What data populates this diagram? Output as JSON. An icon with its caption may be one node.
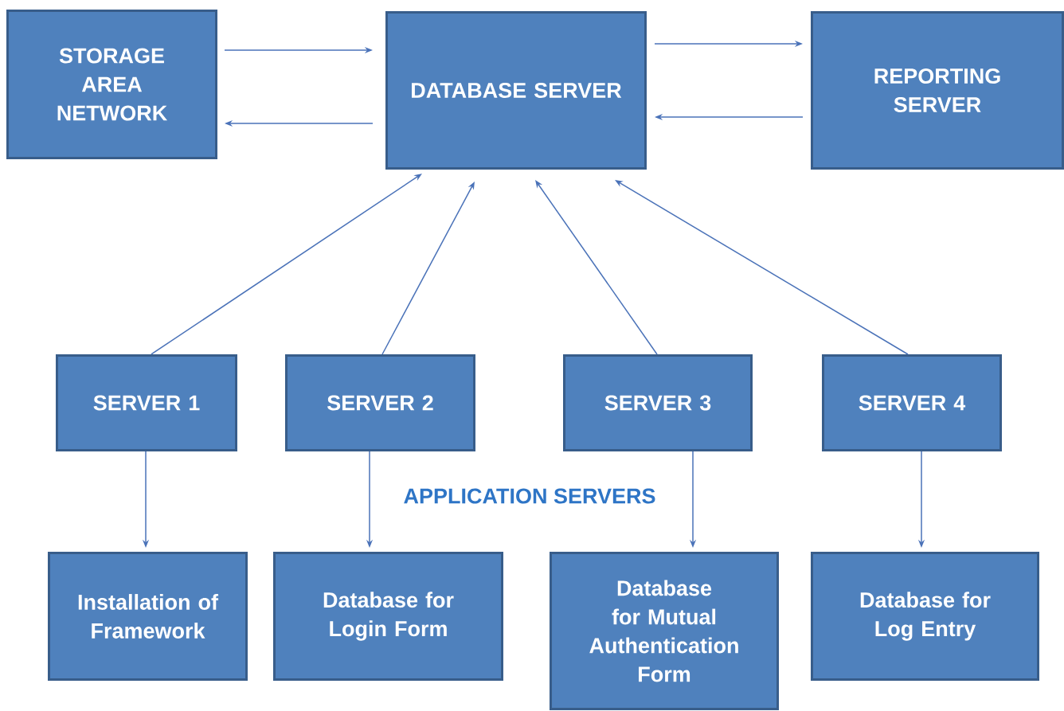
{
  "diagram": {
    "nodes": [
      {
        "text": [
          "STORAGE AREA NETWORK"
        ]
      },
      {
        "text": [
          "DATABASE SERVER"
        ]
      },
      {
        "text": [
          "REPORTING SERVER"
        ]
      },
      {
        "text": [
          "SERVER 1"
        ]
      },
      {
        "text": [
          "SERVER 2"
        ]
      },
      {
        "text": [
          "SERVER 3"
        ]
      },
      {
        "text": [
          "SERVER 4"
        ]
      },
      {
        "text": [
          "Installation of Framework"
        ]
      },
      {
        "text": [
          "Database for Login Form"
        ]
      },
      {
        "text": [
          "Database for Mutual Authentication Form"
        ]
      },
      {
        "text": [
          "Database for Log Entry"
        ]
      }
    ],
    "edges": [
      {
        "from": 0,
        "to": 1,
        "arrow": "to"
      },
      {
        "from": 1,
        "to": 0,
        "arrow": "to"
      },
      {
        "from": 1,
        "to": 2,
        "arrow": "to"
      },
      {
        "from": 2,
        "to": 1,
        "arrow": "to"
      },
      {
        "from": 3,
        "to": 1,
        "arrow": "to"
      },
      {
        "from": 4,
        "to": 1,
        "arrow": "to"
      },
      {
        "from": 5,
        "to": 1,
        "arrow": "to"
      },
      {
        "from": 6,
        "to": 1,
        "arrow": "to"
      },
      {
        "from": 3,
        "to": 7,
        "arrow": "to"
      },
      {
        "from": 4,
        "to": 8,
        "arrow": "to"
      },
      {
        "from": 5,
        "to": 9,
        "arrow": "to"
      },
      {
        "from": 6,
        "to": 10,
        "arrow": "to"
      }
    ],
    "labels": [
      "APPLICATION SERVERS"
    ]
  }
}
